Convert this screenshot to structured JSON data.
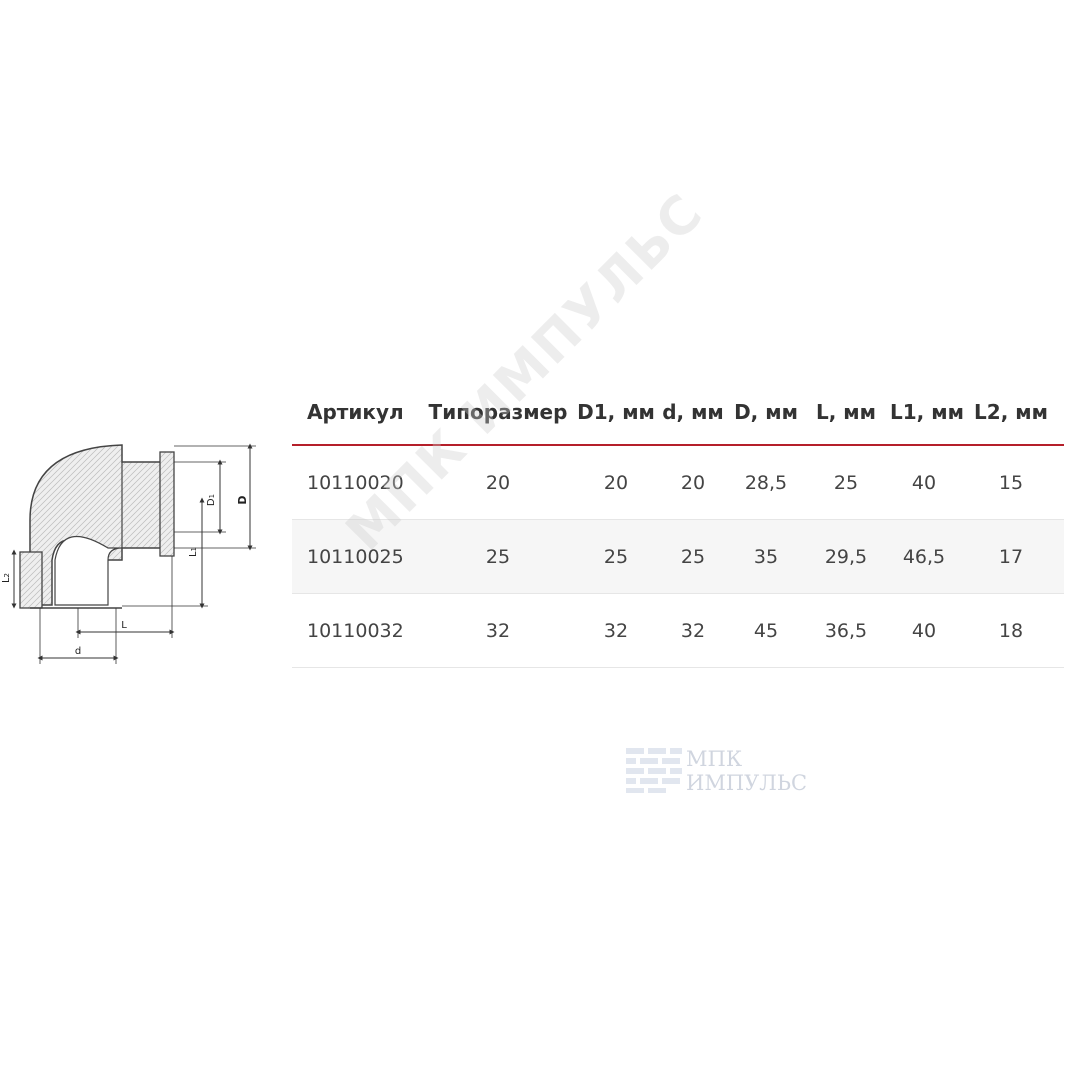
{
  "drawing": {
    "labels": {
      "D": "D",
      "D1": "D",
      "D1_sub": "1",
      "L1": "L",
      "L1_sub": "1",
      "L2": "L",
      "L2_sub": "2",
      "L": "L",
      "d": "d"
    }
  },
  "table": {
    "headers": [
      "Артикул",
      "Типоразмер",
      "D1, мм",
      "d, мм",
      "D, мм",
      "L, мм",
      "L1, мм",
      "L2, мм"
    ],
    "rows": [
      [
        "10110020",
        "20",
        "20",
        "20",
        "28,5",
        "25",
        "40",
        "15"
      ],
      [
        "10110025",
        "25",
        "25",
        "25",
        "35",
        "29,5",
        "46,5",
        "17"
      ],
      [
        "10110032",
        "32",
        "32",
        "32",
        "45",
        "36,5",
        "40",
        "18"
      ]
    ]
  },
  "watermark": {
    "diagonal": "МПК ИМПУЛЬС",
    "logo_line1": "МПК",
    "logo_line2": "ИМПУЛЬС"
  },
  "colors": {
    "accent": "#b51f2a",
    "row_stripe": "#f6f6f6",
    "divider": "#e6e6e6"
  }
}
